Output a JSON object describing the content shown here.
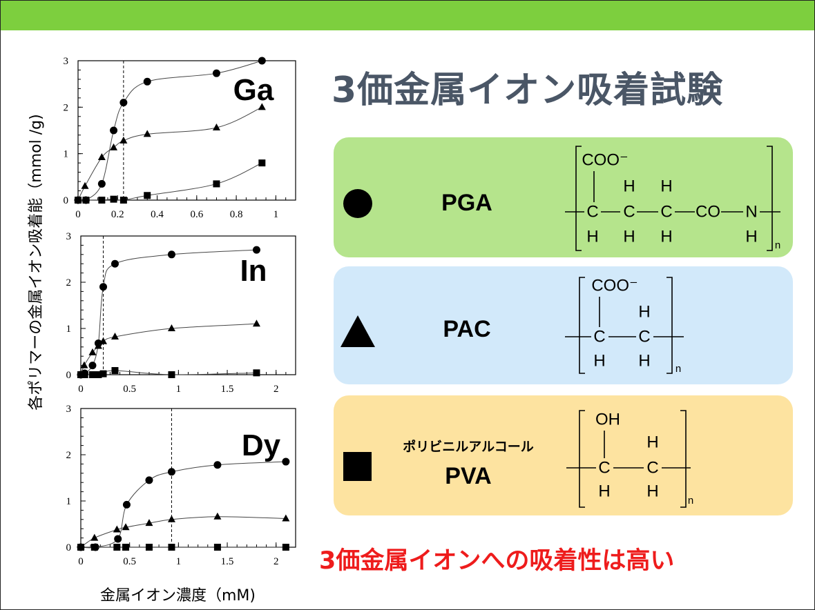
{
  "slide": {
    "title": "3価金属イオン吸着試験",
    "conclusion": "3価金属イオンへの吸着性は高い",
    "accent_color": "#7dcf3e"
  },
  "polymers": [
    {
      "marker": "circle-icon",
      "name": "PGA",
      "color": "#b5e48c",
      "structure": [
        "COO⁻",
        "H",
        "H",
        "C",
        "C",
        "C",
        "CO",
        "N",
        "H",
        "H",
        "H",
        "H",
        "n"
      ]
    },
    {
      "marker": "triangle-icon",
      "name": "PAC",
      "color": "#d2e9fa",
      "structure": [
        "COO⁻",
        "H",
        "C",
        "C",
        "H",
        "H",
        "n"
      ]
    },
    {
      "marker": "square-icon",
      "name": "PVA",
      "jp_name": "ポリビニルアルコール",
      "color": "#fde3a0",
      "structure": [
        "OH",
        "H",
        "C",
        "C",
        "H",
        "H",
        "n"
      ]
    }
  ],
  "chart_data": [
    {
      "type": "scatter-line",
      "title": "Ga",
      "xlabel": "金属イオン濃度（mM)",
      "ylabel": "各ポリマーの金属イオン吸着能（mmol /g)",
      "xlim": [
        0,
        1.1
      ],
      "ylim": [
        0,
        3
      ],
      "xticks": [
        "0",
        "0.2",
        "0.4",
        "0.6",
        "0.8",
        "1"
      ],
      "xtick_values": [
        0,
        0.2,
        0.4,
        0.6,
        0.8,
        1
      ],
      "yticks": [
        "0",
        "1",
        "2",
        "3"
      ],
      "ytick_values": [
        0,
        1,
        2,
        3
      ],
      "xminor": 0.05,
      "vline": 0.23,
      "series": [
        {
          "name": "PGA",
          "marker": "circle",
          "x": [
            0,
            0.04,
            0.12,
            0.18,
            0.23,
            0.35,
            0.7,
            0.93
          ],
          "y": [
            0,
            0,
            0.35,
            1.5,
            2.1,
            2.55,
            2.73,
            3.0
          ]
        },
        {
          "name": "PAC",
          "marker": "triangle",
          "x": [
            0,
            0.035,
            0.12,
            0.18,
            0.23,
            0.35,
            0.7,
            0.93
          ],
          "y": [
            0,
            0.3,
            0.92,
            1.13,
            1.28,
            1.42,
            1.56,
            2.0
          ]
        },
        {
          "name": "PVA",
          "marker": "square",
          "x": [
            0,
            0.04,
            0.12,
            0.18,
            0.23,
            0.35,
            0.7,
            0.93
          ],
          "y": [
            0,
            0,
            0,
            0.02,
            0,
            0.1,
            0.35,
            0.8
          ]
        }
      ]
    },
    {
      "type": "scatter-line",
      "title": "In",
      "xlim": [
        0,
        2.2
      ],
      "ylim": [
        0,
        3
      ],
      "xticks": [
        "0",
        "0.5",
        "1",
        "1.5",
        "2"
      ],
      "xtick_values": [
        0,
        0.5,
        1,
        1.5,
        2
      ],
      "yticks": [
        "0",
        "1",
        "2",
        "3"
      ],
      "ytick_values": [
        0,
        1,
        2,
        3
      ],
      "xminor": 0.1,
      "vline": 0.23,
      "series": [
        {
          "name": "PGA",
          "marker": "circle",
          "x": [
            0,
            0.04,
            0.12,
            0.18,
            0.23,
            0.35,
            0.93,
            1.8
          ],
          "y": [
            0,
            0.03,
            0.2,
            0.68,
            1.9,
            2.4,
            2.6,
            2.7
          ]
        },
        {
          "name": "PAC",
          "marker": "triangle",
          "x": [
            0,
            0.035,
            0.12,
            0.18,
            0.23,
            0.35,
            0.93,
            1.8
          ],
          "y": [
            0,
            0.2,
            0.48,
            0.62,
            0.72,
            0.82,
            1.0,
            1.1
          ]
        },
        {
          "name": "PVA",
          "marker": "square",
          "x": [
            0,
            0.04,
            0.12,
            0.18,
            0.23,
            0.35,
            0.93,
            1.8
          ],
          "y": [
            0,
            0,
            0,
            0,
            0.02,
            0.09,
            0,
            0.04
          ]
        }
      ]
    },
    {
      "type": "scatter-line",
      "title": "Dy",
      "xlim": [
        0,
        2.2
      ],
      "ylim": [
        0,
        3
      ],
      "xticks": [
        "0",
        "0.5",
        "1",
        "1.5",
        "2"
      ],
      "xtick_values": [
        0,
        0.5,
        1,
        1.5,
        2
      ],
      "yticks": [
        "0",
        "1",
        "2",
        "3"
      ],
      "ytick_values": [
        0,
        1,
        2,
        3
      ],
      "xminor": 0.1,
      "vline": 0.93,
      "series": [
        {
          "name": "PGA",
          "marker": "circle",
          "x": [
            0,
            0.15,
            0.38,
            0.47,
            0.7,
            0.93,
            1.4,
            2.1
          ],
          "y": [
            0,
            0,
            0.18,
            0.92,
            1.45,
            1.63,
            1.78,
            1.85
          ]
        },
        {
          "name": "PAC",
          "marker": "triangle",
          "x": [
            0,
            0.14,
            0.37,
            0.46,
            0.7,
            0.93,
            1.4,
            2.1
          ],
          "y": [
            0,
            0.2,
            0.38,
            0.43,
            0.52,
            0.6,
            0.66,
            0.62
          ]
        },
        {
          "name": "PVA",
          "marker": "square",
          "x": [
            0,
            0.14,
            0.37,
            0.46,
            0.7,
            0.93,
            1.4,
            2.1
          ],
          "y": [
            0,
            0,
            0,
            0,
            0,
            0,
            0,
            0
          ]
        }
      ]
    }
  ]
}
